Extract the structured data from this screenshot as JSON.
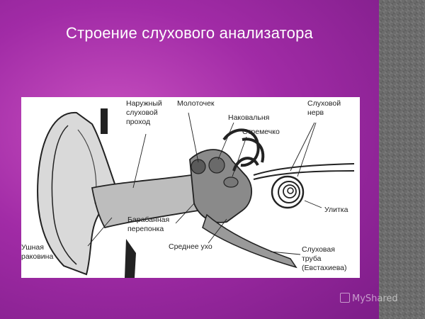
{
  "slide": {
    "title": "Строение слухового анализатора"
  },
  "diagram": {
    "labels": {
      "outer_canal": [
        "Наружный",
        "слуховой",
        "проход"
      ],
      "malleus": "Молоточек",
      "incus": "Наковальня",
      "stapes": "Стремечко",
      "auditory_nerve": [
        "Слуховой",
        "нерв"
      ],
      "cochlea": "Улитка",
      "eardrum": [
        "Барабанная",
        "перепонка"
      ],
      "middle_ear": "Среднее ухо",
      "auricle": [
        "Ушная",
        "раковина"
      ],
      "eustachian_tube": [
        "Слуховая",
        "труба",
        "(Евстахиева)"
      ]
    }
  },
  "watermark": {
    "text": "MyShared"
  },
  "colors": {
    "background": "#a12ba6",
    "side_strip": "#6c6c6c",
    "diagram_bg": "#ffffff",
    "ink": "#222222"
  }
}
